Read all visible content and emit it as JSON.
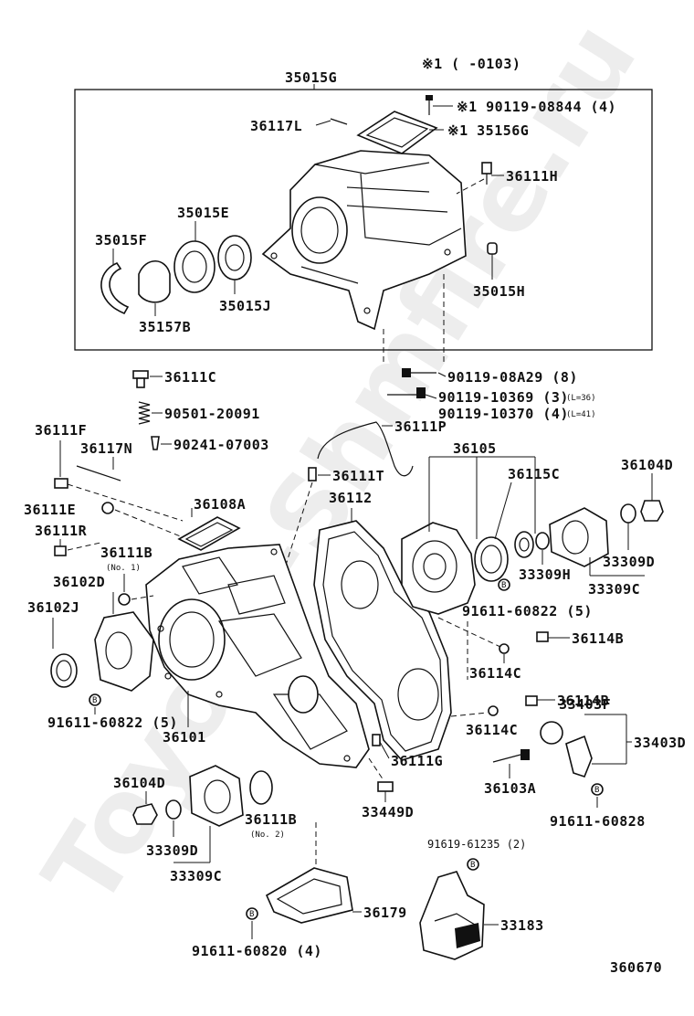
{
  "watermark": "Toyota-Shmfire.ru",
  "note": "※1 (      -0103)",
  "diagram_number": "360670",
  "labels": {
    "p35015G": "35015G",
    "p36117L": "36117L",
    "p90119_08844": "※1 90119-08844 (4)",
    "p35156G": "※1 35156G",
    "p36111H": "36111H",
    "p35015E": "35015E",
    "p35015F": "35015F",
    "p35015H": "35015H",
    "p35015J": "35015J",
    "p35157B": "35157B",
    "p36111C": "36111C",
    "p90119_08A29": "90119-08A29 (8)",
    "p90501_20091": "90501-20091",
    "p90119_10369": "90119-10369 (3)",
    "p90119_10369_note": "(L=36)",
    "p90119_10370": "90119-10370 (4)",
    "p90119_10370_note": "(L=41)",
    "p36111F": "36111F",
    "p36117N": "36117N",
    "p90241_07003": "90241-07003",
    "p36111P": "36111P",
    "p36105": "36105",
    "p36104D_a": "36104D",
    "p36111T": "36111T",
    "p36115C": "36115C",
    "p36111E": "36111E",
    "p36108A": "36108A",
    "p36112": "36112",
    "p36111R": "36111R",
    "p36111B_1": "36111B",
    "p36111B_1_note": "(No. 1)",
    "p33309D_a": "33309D",
    "p36102D": "36102D",
    "p33309H": "33309H",
    "p33309C_a": "33309C",
    "p36102J": "36102J",
    "p91611_60822_a": "91611-60822 (5)",
    "p36114B_a": "36114B",
    "p36114C_a": "36114C",
    "p91611_60822_b": "91611-60822 (5)",
    "p36114B_b": "36114B",
    "p36101": "36101",
    "p36114C_b": "36114C",
    "p33403F": "33403F",
    "p33403D": "33403D",
    "p36111G": "36111G",
    "p36104D_b": "36104D",
    "p36103A": "36103A",
    "p33449D": "33449D",
    "p36111B_2": "36111B",
    "p36111B_2_note": "(No. 2)",
    "p91611_60828": "91611-60828",
    "p33309D_b": "33309D",
    "p91619_61235": "91619-61235 (2)",
    "p33309C_b": "33309C",
    "p36179": "36179",
    "p33183": "33183",
    "p91611_60820": "91611-60820 (4)"
  },
  "badge_glyph": "B"
}
